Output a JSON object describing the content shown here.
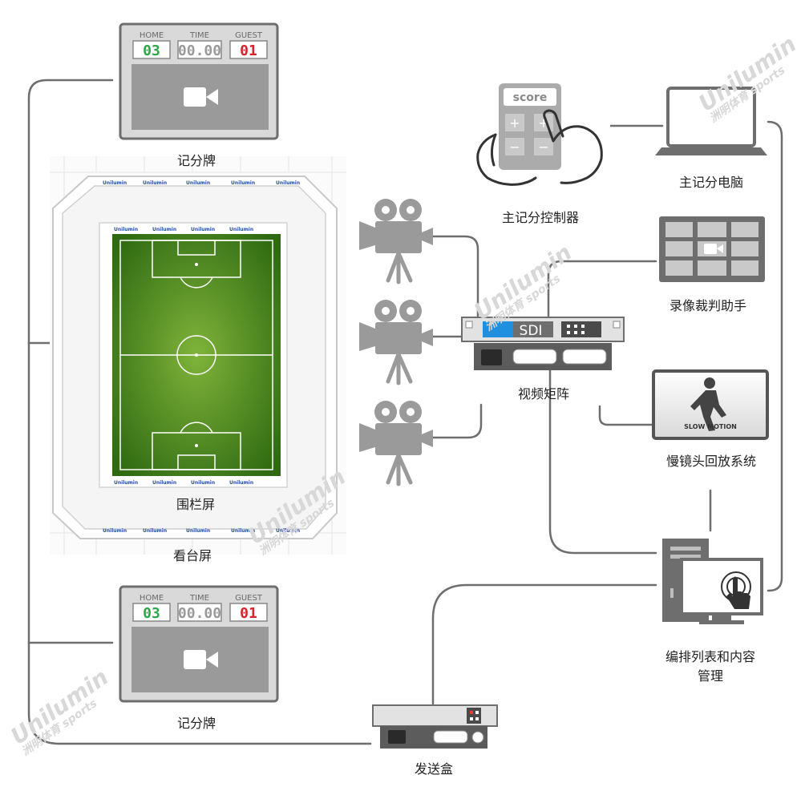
{
  "scoreboard_top": {
    "home_label": "HOME",
    "time_label": "TIME",
    "guest_label": "GUEST",
    "home_score": "03",
    "time": "00.00",
    "guest_score": "01",
    "label": "记分牌"
  },
  "scoreboard_bottom": {
    "home_label": "HOME",
    "time_label": "TIME",
    "guest_label": "GUEST",
    "home_score": "03",
    "time": "00.00",
    "guest_score": "01",
    "label": "记分牌"
  },
  "stadium": {
    "fence_label": "围栏屏",
    "stand_label": "看台屏",
    "ad_text": "Unilumin"
  },
  "controller": {
    "key_label": "score",
    "label": "主记分控制器"
  },
  "computer": {
    "label": "主记分电脑"
  },
  "var": {
    "label": "录像裁判助手"
  },
  "slow_motion": {
    "screen_text": "SLOW MOTION",
    "label": "慢镜头回放系统"
  },
  "matrix": {
    "panel_text": "SDI",
    "label": "视频矩阵"
  },
  "content_mgmt": {
    "label_line1": "编排列表和内容",
    "label_line2": "管理"
  },
  "sender": {
    "label": "发送盒"
  },
  "watermark": {
    "brand": "Unilumin",
    "sub": "洲明体育 sports"
  },
  "colors": {
    "line": "#6e6e6e",
    "device": "#8a8a8a",
    "device_dark": "#555555",
    "pitch_green": "#4e8a1e",
    "home_digit": "#2aa84a",
    "guest_digit": "#d8232a",
    "sdi_blue": "#1f8fe0"
  }
}
